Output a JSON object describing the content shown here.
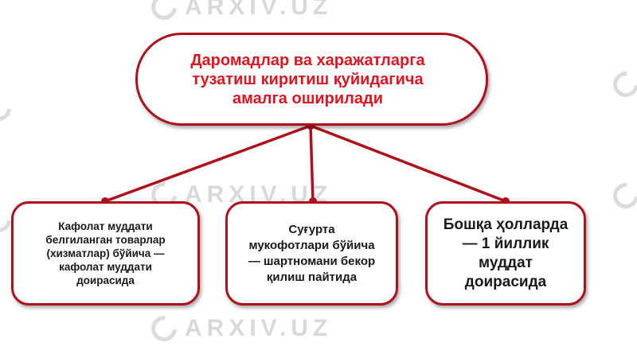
{
  "watermark": "ARXIV.UZ",
  "top": {
    "text": "Даромадлар ва харажатларга\nтузатиш киритиш қуйидагича\nамалга оширилади"
  },
  "branches": [
    {
      "text": "Кафолат муддати\nбелгиланган товарлар\n(хизматлар) бўйича —\nкафолат муддати\nдоирасида"
    },
    {
      "text": "Суғурта\nмукофотлари бўйича\n— шартномани бекор\nқилиш пайтида"
    },
    {
      "text": "Бошқа ҳолларда\n— 1 йиллик\nмуддат\nдоирасида"
    }
  ],
  "colors": {
    "accent": "#b0101a",
    "title_text": "#e0151f"
  }
}
